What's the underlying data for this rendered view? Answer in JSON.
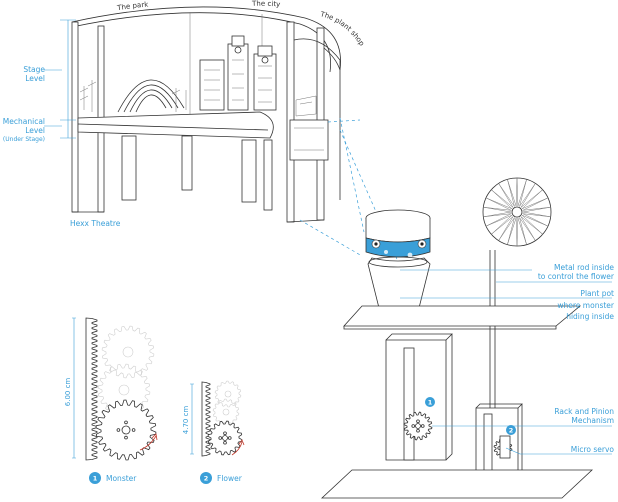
{
  "theatre": {
    "scene_park": "The park",
    "scene_city": "The city",
    "scene_plant_shop": "The plant shop",
    "level_stage_line1": "Stage",
    "level_stage_line2": "Level",
    "level_mech_line1": "Mechanical",
    "level_mech_line2": "Level",
    "level_mech_line3": "(Under Stage)",
    "caption": "Hexx Theatre"
  },
  "mechanism": {
    "label_rod_line1": "Metal rod inside",
    "label_rod_line2": "to control the flower",
    "label_pot_line1": "Plant pot",
    "label_pot_line2": "where monster",
    "label_pot_line3": "hiding inside",
    "label_rack_line1": "Rack and Pinion",
    "label_rack_line2": "Mechanism",
    "label_servo": "Micro servo",
    "marker_1": "1",
    "marker_2": "2"
  },
  "gears": {
    "monster_dim": "6.00 cm",
    "monster_num": "1",
    "monster_label": "Monster",
    "flower_dim": "4.70 cm",
    "flower_num": "2",
    "flower_label": "Flower"
  },
  "colors": {
    "accent": "#3a9fd8",
    "line": "#333333"
  }
}
